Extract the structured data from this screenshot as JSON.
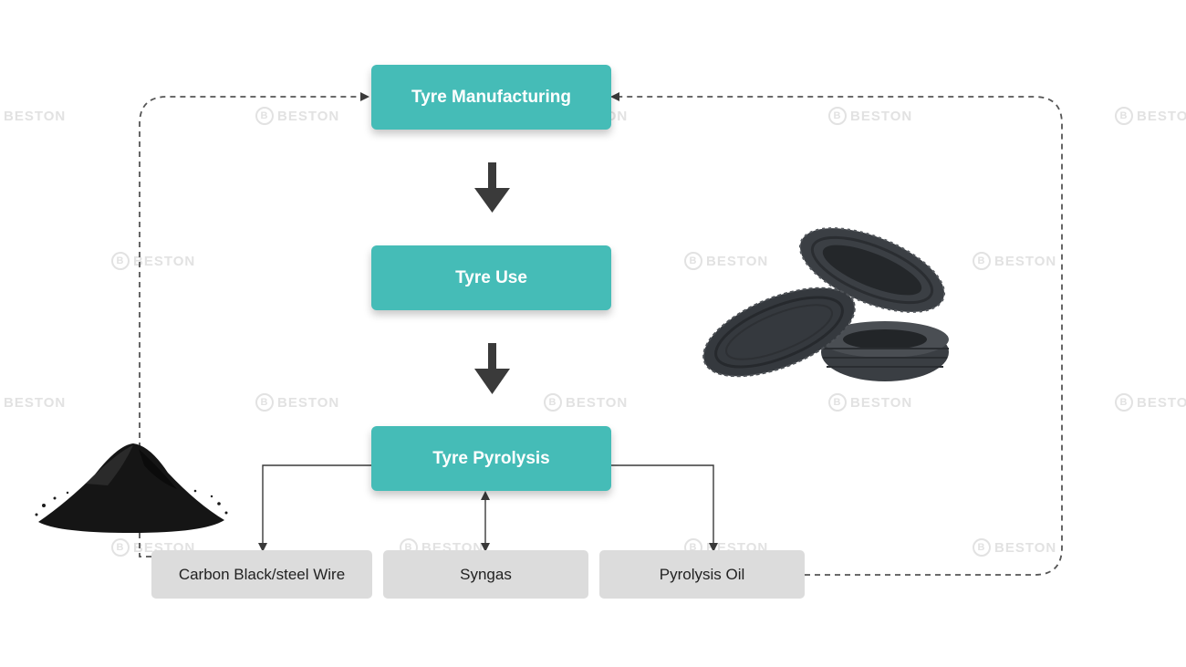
{
  "diagram": {
    "stages": [
      {
        "id": "manufacturing",
        "label": "Tyre Manufacturing"
      },
      {
        "id": "use",
        "label": "Tyre Use"
      },
      {
        "id": "pyrolysis",
        "label": "Tyre Pyrolysis"
      }
    ],
    "products": [
      {
        "id": "carbon",
        "label": "Carbon Black/steel Wire"
      },
      {
        "id": "syngas",
        "label": "Syngas"
      },
      {
        "id": "oil",
        "label": "Pyrolysis Oil"
      }
    ],
    "colors": {
      "stage": "#45bcb7",
      "product": "#dcdcdc",
      "arrow": "#3a3a3a",
      "dashed": "#555555"
    }
  },
  "watermark": {
    "text": "BESTON",
    "icon": "beston-logo-icon"
  }
}
